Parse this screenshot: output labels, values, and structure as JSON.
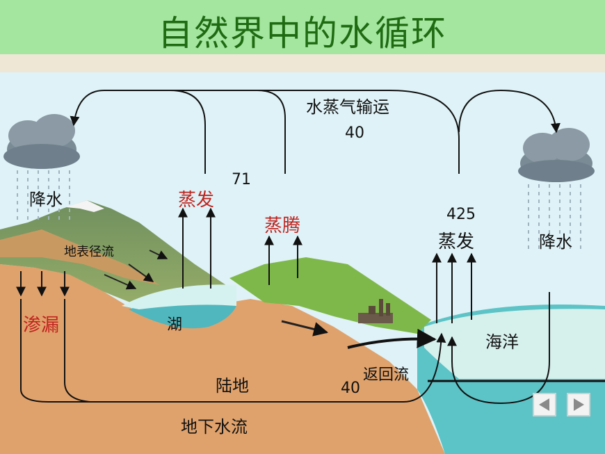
{
  "title": "自然界中的水循环",
  "labels": {
    "precip_left": "降水",
    "precip_right": "降水",
    "vapor_transport": "水蒸气输运",
    "vapor_value": "40",
    "value_71": "71",
    "evap_lake": "蒸发",
    "transpiration": "蒸腾",
    "evap_value": "425",
    "evap_ocean": "蒸发",
    "surface_runoff": "地表径流",
    "infiltration": "渗漏",
    "lake": "湖",
    "ocean": "海洋",
    "return_flow": "返回流",
    "return_value": "40",
    "land": "陆地",
    "groundwater": "地下水流"
  },
  "colors": {
    "title_bg": "#a4e6a0",
    "title_text": "#1f6b12",
    "sky": "#dff2f7",
    "soil": "#e0a26c",
    "water": "#5cc3c6",
    "red_label": "#c0231e"
  }
}
